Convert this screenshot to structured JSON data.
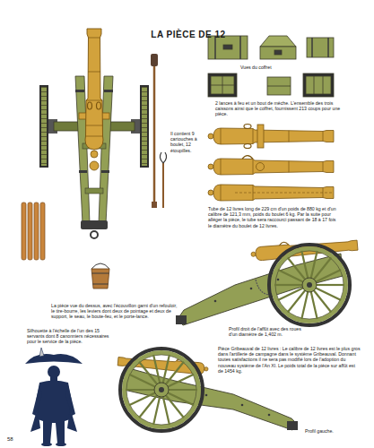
{
  "diagram": {
    "title": "LA PIÈCE DE 12",
    "labels": [
      "Il contient 9 cartouches à boulet, 12 étoupilles.",
      "Vues du coffret",
      "2 lances à feu et un bout de mèche. L'ensemble des trois caissons ainsi que le coffret, fournissent 213 coups pour une pièce.",
      "Tube de 12 livres long de 229 cm d'un poids de 880 kg et d'un calibre de 121,3 mm, poids du boulet 6 kg. Par la suite pour alléger la pièce, le tube sera raccourci passant de 18 à 17 fois le diamètre du boulet de 12 livres.",
      "La pièce vue du dessus, avec l'écouvillon garni d'un refouloir, le tire-bourre, les leviers dont deux de pointage et deux de support, le seau, le boute-feu, et le porte-lance.",
      "Profil droit de l'affût avec des roues d'un diamètre de 1,402 m.",
      "Silhouette à l'échelle de l'un des 15 servants dont 8 canonniers nécessaires pour le service de la pièce.",
      "Pièce Gribeauval de 12 livres : Le calibre de 12 livres est le plus gros dans l'artillerie de campagne dans le système Gribeauval. Donnant toutes satisfactions il ne sera pas modifié lors de l'adoption du nouveau système de l'An XI. Le poids total de la pièce sur affût est de 1454 kg.",
      "Profil gauche.",
      "58"
    ]
  }
}
